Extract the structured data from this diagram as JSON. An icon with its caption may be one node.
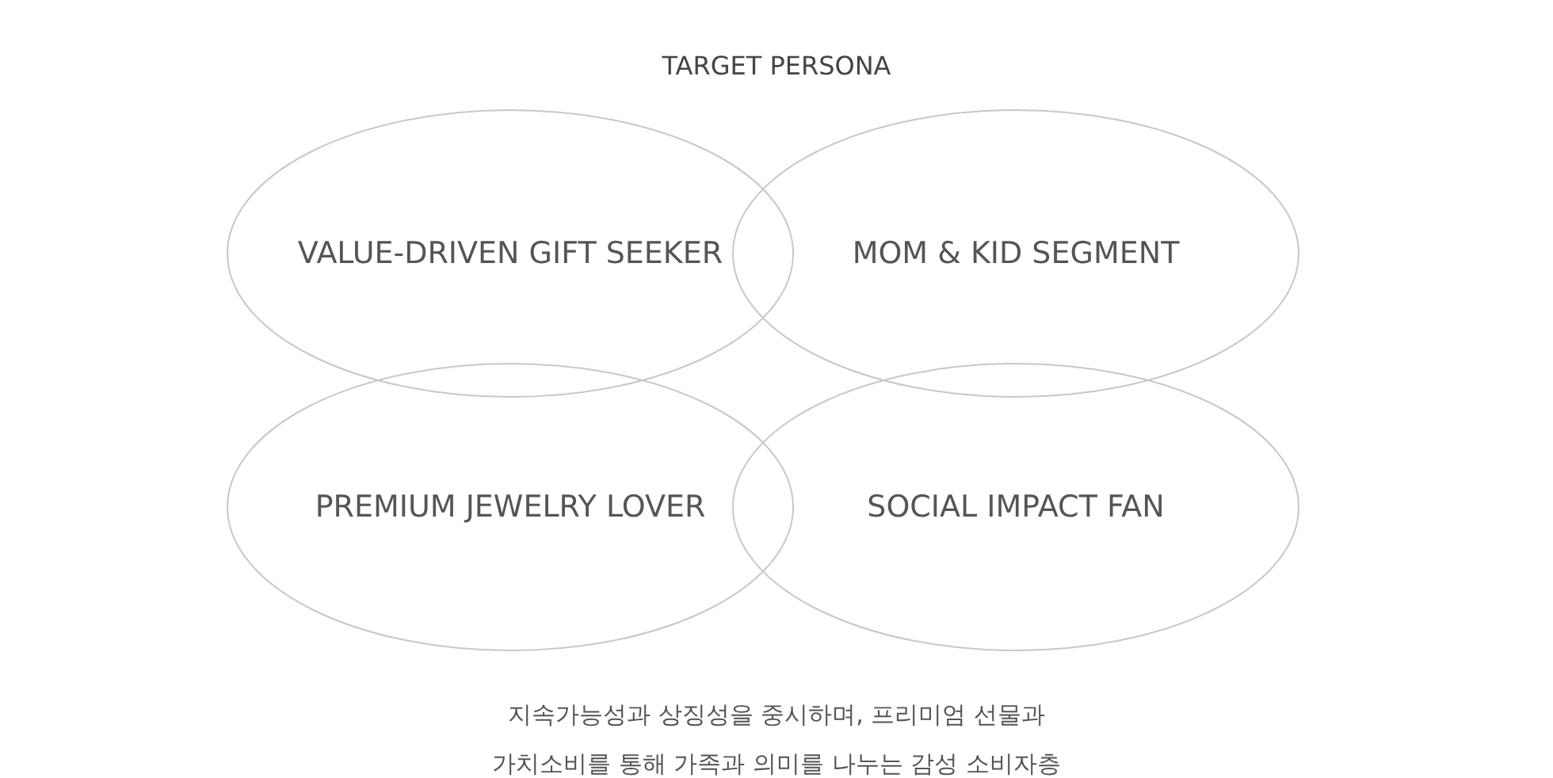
{
  "diagram": {
    "title": "TARGET PERSONA",
    "caption": "지속가능성과 상징성을 중시하며, 프리미엄 선물과 가치소비를 통해 가족과 의미를 나누는 감성 소비자층",
    "nodes": [
      {
        "text": [
          "VALUE-DRIVEN GIFT SEEKER"
        ]
      },
      {
        "text": [
          "MOM & KID SEGMENT"
        ]
      },
      {
        "text": [
          "PREMIUM JEWELRY LOVER"
        ]
      },
      {
        "text": [
          "SOCIAL IMPACT FAN"
        ]
      }
    ]
  }
}
